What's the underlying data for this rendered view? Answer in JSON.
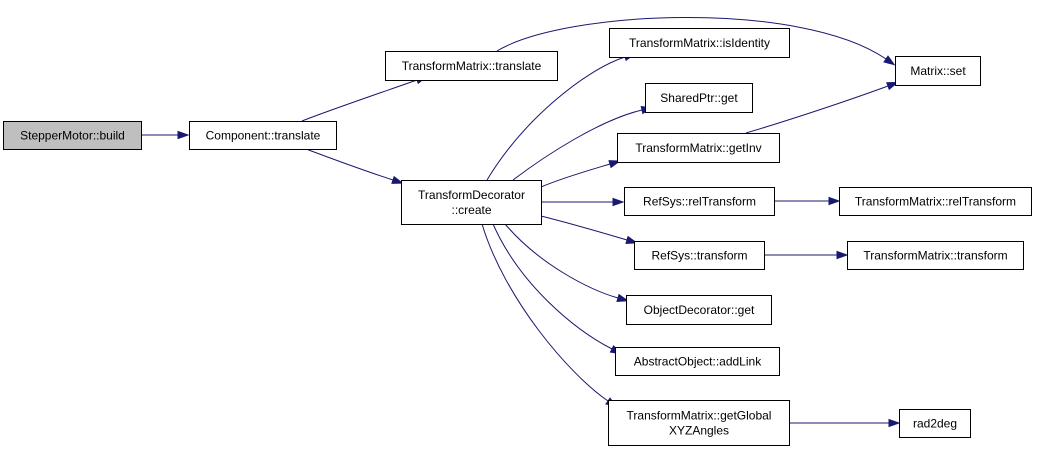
{
  "diagram": {
    "type": "call-graph",
    "colors": {
      "edge": "#191970",
      "root_fill": "#bfbfbf",
      "node_fill": "#ffffff",
      "node_border": "#000000"
    },
    "nodes": {
      "stepper_build": {
        "lines": [
          "StepperMotor::build"
        ],
        "root": true
      },
      "component_translate": {
        "lines": [
          "Component::translate"
        ]
      },
      "tm_translate": {
        "lines": [
          "TransformMatrix::translate"
        ]
      },
      "td_create": {
        "lines": [
          "TransformDecorator",
          "::create"
        ]
      },
      "tm_isidentity": {
        "lines": [
          "TransformMatrix::isIdentity"
        ]
      },
      "matrix_set": {
        "lines": [
          "Matrix::set"
        ]
      },
      "sharedptr_get": {
        "lines": [
          "SharedPtr::get"
        ]
      },
      "tm_getinv": {
        "lines": [
          "TransformMatrix::getInv"
        ]
      },
      "refsys_reltransform": {
        "lines": [
          "RefSys::relTransform"
        ]
      },
      "tm_reltransform": {
        "lines": [
          "TransformMatrix::relTransform"
        ]
      },
      "refsys_transform": {
        "lines": [
          "RefSys::transform"
        ]
      },
      "tm_transform": {
        "lines": [
          "TransformMatrix::transform"
        ]
      },
      "objdec_get": {
        "lines": [
          "ObjectDecorator::get"
        ]
      },
      "abstractobj_addlink": {
        "lines": [
          "AbstractObject::addLink"
        ]
      },
      "tm_getglobal": {
        "lines": [
          "TransformMatrix::getGlobal",
          "XYZAngles"
        ]
      },
      "rad2deg": {
        "lines": [
          "rad2deg"
        ]
      }
    },
    "edges": [
      [
        "stepper_build",
        "component_translate"
      ],
      [
        "component_translate",
        "tm_translate"
      ],
      [
        "component_translate",
        "td_create"
      ],
      [
        "tm_translate",
        "matrix_set"
      ],
      [
        "td_create",
        "tm_isidentity"
      ],
      [
        "td_create",
        "sharedptr_get"
      ],
      [
        "td_create",
        "tm_getinv"
      ],
      [
        "td_create",
        "refsys_reltransform"
      ],
      [
        "td_create",
        "refsys_transform"
      ],
      [
        "td_create",
        "objdec_get"
      ],
      [
        "td_create",
        "abstractobj_addlink"
      ],
      [
        "td_create",
        "tm_getglobal"
      ],
      [
        "tm_getinv",
        "matrix_set"
      ],
      [
        "refsys_reltransform",
        "tm_reltransform"
      ],
      [
        "refsys_transform",
        "tm_transform"
      ],
      [
        "tm_getglobal",
        "rad2deg"
      ]
    ]
  }
}
